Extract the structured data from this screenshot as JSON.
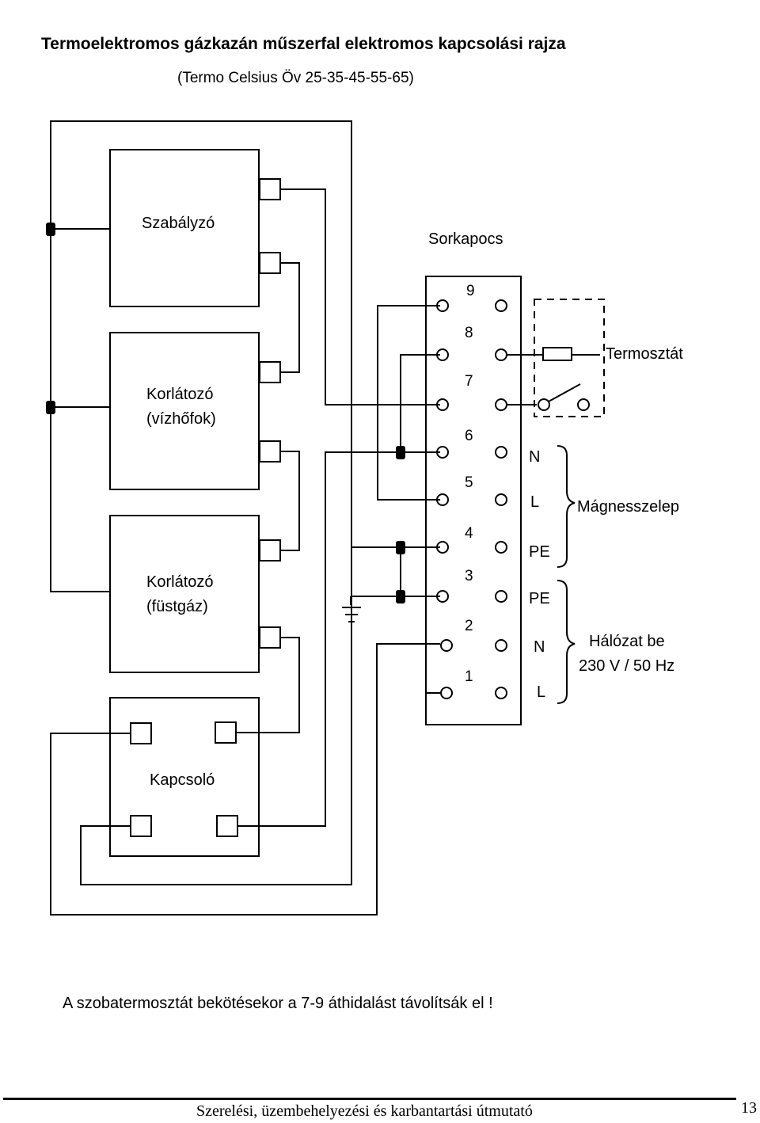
{
  "title": "Termoelektromos gázkazán műszerfal elektromos kapcsolási rajza",
  "subtitle": "(Termo Celsius Öv 25-35-45-55-65)",
  "blocks": {
    "szabalyzo": "Szabályzó",
    "korlatozo_vizhofok_line1": "Korlátozó",
    "korlatozo_vizhofok_line2": "(vízhőfok)",
    "korlatozo_fustgaz_line1": "Korlátozó",
    "korlatozo_fustgaz_line2": "(füstgáz)",
    "kapcsolo": "Kapcsoló"
  },
  "terminal_block": {
    "label": "Sorkapocs",
    "numbers": [
      "9",
      "8",
      "7",
      "6",
      "5",
      "4",
      "3",
      "2",
      "1"
    ]
  },
  "right_side": {
    "termosztat": "Termosztát",
    "magnes_letters": [
      "N",
      "L",
      "PE"
    ],
    "magnesszelep": "Mágnesszelep",
    "halozat_letters": [
      "PE",
      "N",
      "L"
    ],
    "halozat_line1": "Hálózat be",
    "halozat_line2": "230 V / 50 Hz"
  },
  "note": "A szobatermosztát bekötésekor a 7-9 áthidalást távolítsák el !",
  "footer": {
    "text": "Szerelési, üzembehelyezési és karbantartási útmutató",
    "page": "13"
  }
}
